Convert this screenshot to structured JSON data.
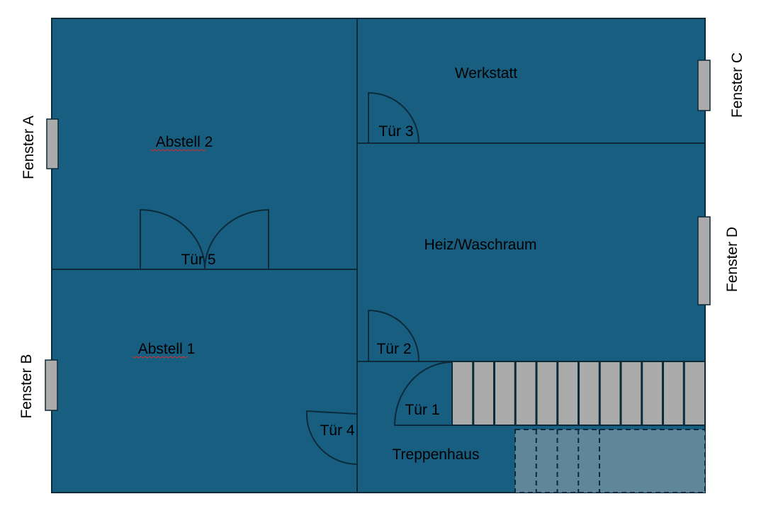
{
  "colors": {
    "room_fill": "#175e80",
    "wall": "#0c2a3a",
    "window": "#ababab",
    "stairs_below": "#5f8799"
  },
  "rooms": {
    "werkstatt": "Werkstatt",
    "abstell2": "Abstell 2",
    "heiz": "Heiz/Waschraum",
    "abstell1": "Abstell 1",
    "treppenhaus": "Treppenhaus"
  },
  "doors": {
    "tuer1": "Tür 1",
    "tuer2": "Tür 2",
    "tuer3": "Tür 3",
    "tuer4": "Tür 4",
    "tuer5": "Tür 5"
  },
  "windows": {
    "a": "Fenster A",
    "b": "Fenster B",
    "c": "Fenster C",
    "d": "Fenster D"
  },
  "stairs": {
    "step_count": 12,
    "hidden_steps": 5
  }
}
